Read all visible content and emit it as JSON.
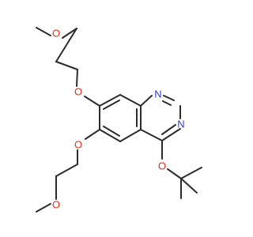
{
  "colors": {
    "bond": "#2b2b2b",
    "oxygen": "#e8291d",
    "nitrogen": "#2f3ed8",
    "background": "#ffffff"
  },
  "atoms": {
    "o_methoxy_top": "O",
    "o_ether_top": "O",
    "o_ether_mid": "O",
    "o_methoxy_bottom": "O",
    "o_tert_butoxy": "O",
    "n1": "N",
    "n3": "N"
  }
}
